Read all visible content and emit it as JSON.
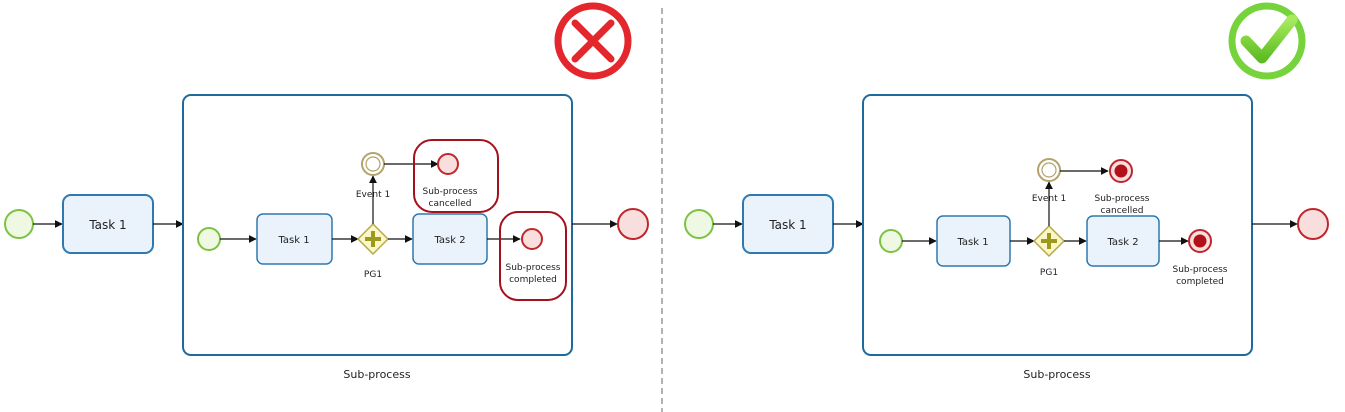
{
  "colors": {
    "container_border": "#1f6a9c",
    "task_fill": "#eaf3fb",
    "task_border": "#2f79b0",
    "start_fill": "#eef8e2",
    "start_stroke": "#7cc242",
    "end_fill": "#f9dede",
    "end_stroke": "#c0272d",
    "end_inner": "#b3111a",
    "intermediate_stroke": "#b2a36a",
    "gateway_fill": "#fbf6c8",
    "gateway_stroke": "#b7a94a",
    "gateway_plus": "#9b9a1e",
    "highlight": "#a4111c",
    "divider": "#9a9a9a",
    "wrong_mark": "#e4262d",
    "right_mark": "#77d33c"
  },
  "left": {
    "task1": "Task 1",
    "inner_task1": "Task 1",
    "task2": "Task 2",
    "gateway": "PG1",
    "event1": "Event 1",
    "cancelled_line1": "Sub-process",
    "cancelled_line2": "cancelled",
    "completed_line1": "Sub-process",
    "completed_line2": "completed",
    "subprocess_label": "Sub-process",
    "verdict_icon": "wrong-x-icon"
  },
  "right": {
    "task1": "Task 1",
    "inner_task1": "Task 1",
    "task2": "Task 2",
    "gateway": "PG1",
    "event1": "Event 1",
    "cancelled_line1": "Sub-process",
    "cancelled_line2": "cancelled",
    "completed_line1": "Sub-process",
    "completed_line2": "completed",
    "subprocess_label": "Sub-process",
    "verdict_icon": "correct-check-icon"
  }
}
